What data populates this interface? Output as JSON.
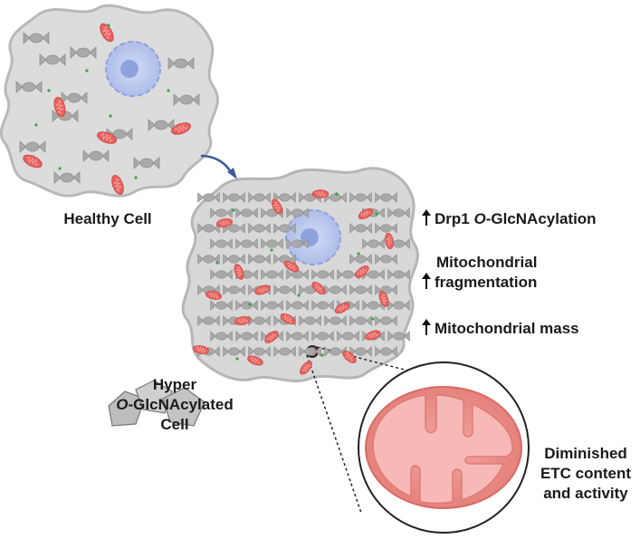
{
  "labels": {
    "healthy_cell": "Healthy Cell",
    "hyper_line1": "Hyper",
    "hyper_italic": "O",
    "hyper_line2_rest": "-GlcNAcylated",
    "hyper_line3": "Cell",
    "effect1_prefix": "Drp1 ",
    "effect1_italic": "O",
    "effect1_rest": "-GlcNAcylation",
    "effect2_line1": "Mitochondrial",
    "effect2_line2": "fragmentation",
    "effect3": "Mitochondrial mass",
    "mito_line1": "Diminished",
    "mito_line2": "ETC content",
    "mito_line3": "and activity"
  },
  "colors": {
    "cell_fill": "#d9d9d9",
    "cell_stroke": "#b5b5b5",
    "nucleus": "#c3cff0",
    "nucleolus": "#8ea3de",
    "mitochondria": "#e8615d",
    "mito_inner": "#f4a6a2",
    "candy": "#a9a9a9",
    "dot": "#3aa34a",
    "flow_arrow": "#3d5a99"
  }
}
